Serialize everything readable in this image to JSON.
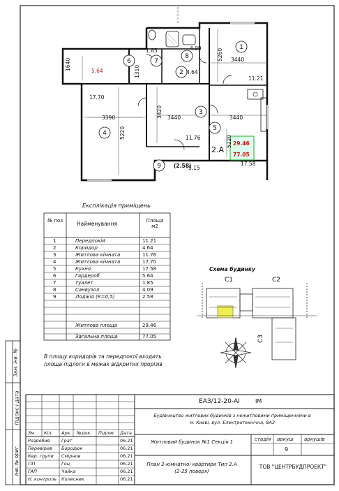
{
  "plan": {
    "area_labels": [
      "1.85",
      "4.09",
      "5.64",
      "17.70",
      "11.21",
      "4.64",
      "11.76",
      "17.58",
      "(2.58)",
      "5.15"
    ],
    "room_numbers": [
      "1",
      "2",
      "3",
      "4",
      "5",
      "6",
      "7",
      "8",
      "9"
    ],
    "dimensions": [
      "3440",
      "3440",
      "3440",
      "3390",
      "1640",
      "1310",
      "3420",
      "5220",
      "5220",
      "5260"
    ],
    "apartment_type": "2.А",
    "living_area": "29.46",
    "total_area": "77.05"
  },
  "explication": {
    "title": "Експлікація приміщень",
    "headers": [
      "№ поз",
      "Найменування",
      "Площа м2"
    ],
    "rows": [
      {
        "n": "1",
        "name": "Передпокій",
        "area": "11.21"
      },
      {
        "n": "2",
        "name": "Коридор",
        "area": "4.64"
      },
      {
        "n": "3",
        "name": "Житлова кімната",
        "area": "11.76"
      },
      {
        "n": "4",
        "name": "Житлова кімната",
        "area": "17.70"
      },
      {
        "n": "5",
        "name": "Кухня",
        "area": "17.58"
      },
      {
        "n": "6",
        "name": "Гардероб",
        "area": "5.64"
      },
      {
        "n": "7",
        "name": "Туалет",
        "area": "1.85"
      },
      {
        "n": "8",
        "name": "Санвузол",
        "area": "4.09"
      },
      {
        "n": "9",
        "name": "Лоджія (К=0,5)",
        "area": "2.58"
      }
    ],
    "summary": [
      {
        "name": "Житлова площа",
        "area": "29.46"
      },
      {
        "name": "Загальна площа",
        "area": "77.05"
      }
    ],
    "note": "В площу коридорів та передпокої входить площа підлоги в межах відкритих прорізів"
  },
  "scheme": {
    "title": "Схема будинку",
    "labels": [
      "С1",
      "С2",
      "С3"
    ]
  },
  "stamp": {
    "code": "ЕАЗ/12-20-АІ",
    "code_suffix": "ІМ",
    "object": "Будівництво житлових будинків з нежитловими приміщеннями в м. Києві, вул. Електротехнічна, 8АЗ",
    "building": "Житловий будинок №1 Секція 1",
    "sheet_title": "План 2-кімнатної квартири Тип 2.А (2-25 поверх)",
    "company": "ТОВ \"ЦЕНТРБУДПРОЕКТ\"",
    "stage_headers": [
      "стадія",
      "аркуш",
      "аркушів"
    ],
    "sheet_number": "9",
    "change_headers": [
      "Зм.",
      "Кіл.",
      "Арк.",
      "№док.",
      "Підпис",
      "Дата"
    ],
    "people": [
      {
        "role": "Розробив",
        "name": "Грат",
        "date": "06.21"
      },
      {
        "role": "Перевірив",
        "name": "Бородюк",
        "date": "06.21"
      },
      {
        "role": "Кер. групи",
        "name": "Смірнов",
        "date": "06.21"
      },
      {
        "role": "ГІП",
        "name": "Гоц",
        "date": "06.21"
      },
      {
        "role": "ГАП",
        "name": "Чайка",
        "date": "06.21"
      },
      {
        "role": "Н. контроль",
        "name": "Колесник",
        "date": "06.21"
      }
    ],
    "side_labels": [
      "Зам. інв. №",
      "Підпис і дата",
      "Інв. № ориг."
    ]
  }
}
